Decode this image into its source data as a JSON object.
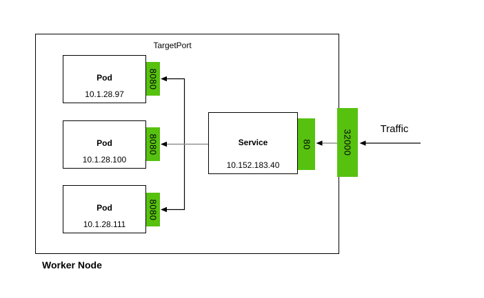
{
  "diagram": {
    "worker_node_label": "Worker Node",
    "target_port_label": "TargetPort",
    "traffic_label": "Traffic",
    "pods": [
      {
        "title": "Pod",
        "ip": "10.1.28.97",
        "port": "8080"
      },
      {
        "title": "Pod",
        "ip": "10.1.28.100",
        "port": "8080"
      },
      {
        "title": "Pod",
        "ip": "10.1.28.111",
        "port": "8080"
      }
    ],
    "service": {
      "title": "Service",
      "ip": "10.152.183.40",
      "port": "80"
    },
    "node_port": "32000",
    "colors": {
      "port_green": "#57c10f",
      "line_black": "#000000",
      "line_gray": "#909090",
      "border": "#000000",
      "background": "#ffffff"
    }
  }
}
